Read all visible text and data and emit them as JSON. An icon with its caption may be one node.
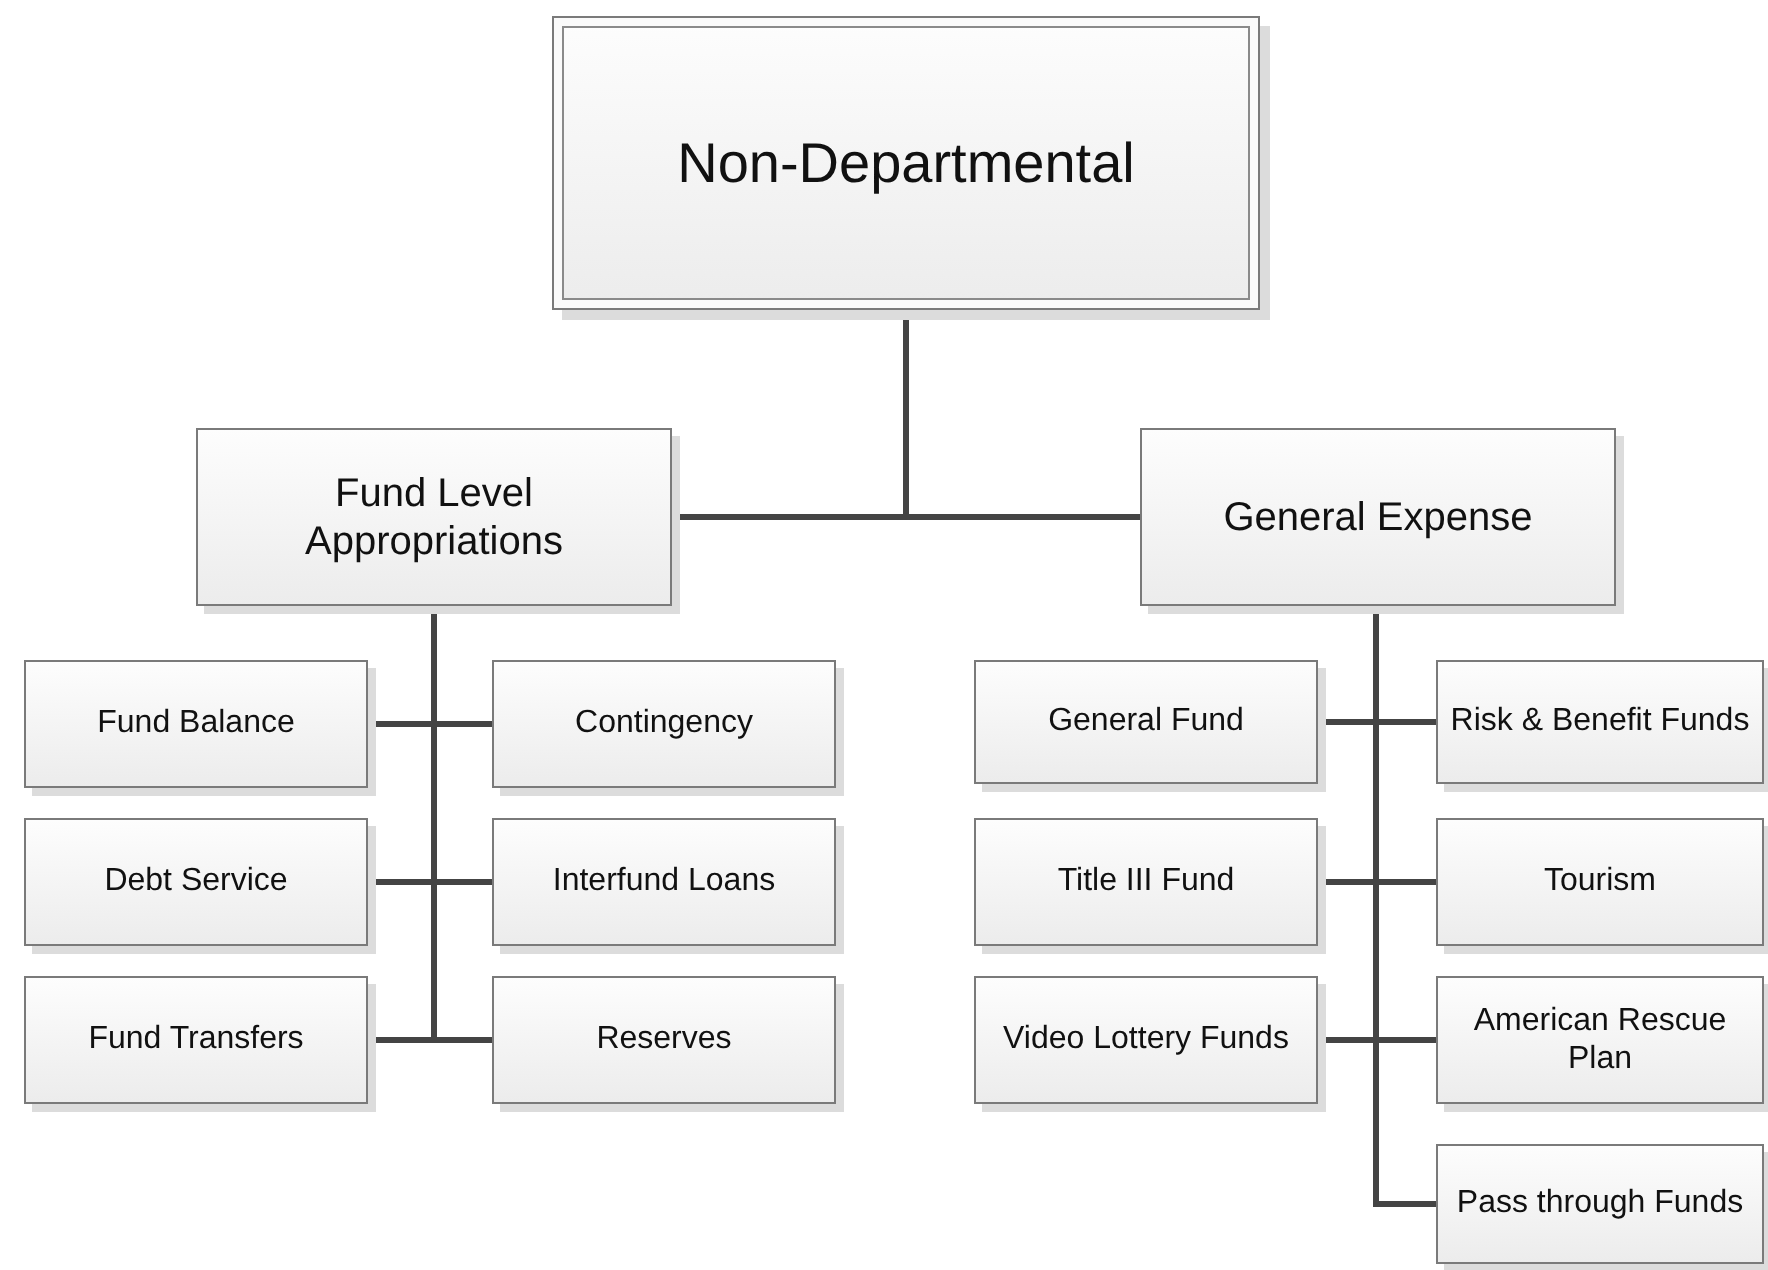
{
  "diagram": {
    "nodes": [
      {
        "text": [
          "Non-Departmental"
        ]
      },
      {
        "text": [
          "Fund Level Appropriations"
        ]
      },
      {
        "text": [
          "General Expense"
        ]
      },
      {
        "text": [
          "Fund Balance"
        ]
      },
      {
        "text": [
          "Contingency"
        ]
      },
      {
        "text": [
          "Debt Service"
        ]
      },
      {
        "text": [
          "Interfund Loans"
        ]
      },
      {
        "text": [
          "Fund Transfers"
        ]
      },
      {
        "text": [
          "Reserves"
        ]
      },
      {
        "text": [
          "General Fund"
        ]
      },
      {
        "text": [
          "Risk & Benefit Funds"
        ]
      },
      {
        "text": [
          "Title III Fund"
        ]
      },
      {
        "text": [
          "Tourism"
        ]
      },
      {
        "text": [
          "Video Lottery Funds"
        ]
      },
      {
        "text": [
          "American Rescue Plan"
        ]
      },
      {
        "text": [
          "Pass through Funds"
        ]
      }
    ],
    "edges": [
      {
        "from": 0,
        "to": 1,
        "arrow": "none"
      },
      {
        "from": 0,
        "to": 2,
        "arrow": "none"
      },
      {
        "from": 1,
        "to": 3,
        "arrow": "none"
      },
      {
        "from": 1,
        "to": 4,
        "arrow": "none"
      },
      {
        "from": 1,
        "to": 5,
        "arrow": "none"
      },
      {
        "from": 1,
        "to": 6,
        "arrow": "none"
      },
      {
        "from": 1,
        "to": 7,
        "arrow": "none"
      },
      {
        "from": 1,
        "to": 8,
        "arrow": "none"
      },
      {
        "from": 2,
        "to": 9,
        "arrow": "none"
      },
      {
        "from": 2,
        "to": 10,
        "arrow": "none"
      },
      {
        "from": 2,
        "to": 11,
        "arrow": "none"
      },
      {
        "from": 2,
        "to": 12,
        "arrow": "none"
      },
      {
        "from": 2,
        "to": 13,
        "arrow": "none"
      },
      {
        "from": 2,
        "to": 14,
        "arrow": "none"
      },
      {
        "from": 2,
        "to": 15,
        "arrow": "none"
      }
    ]
  }
}
